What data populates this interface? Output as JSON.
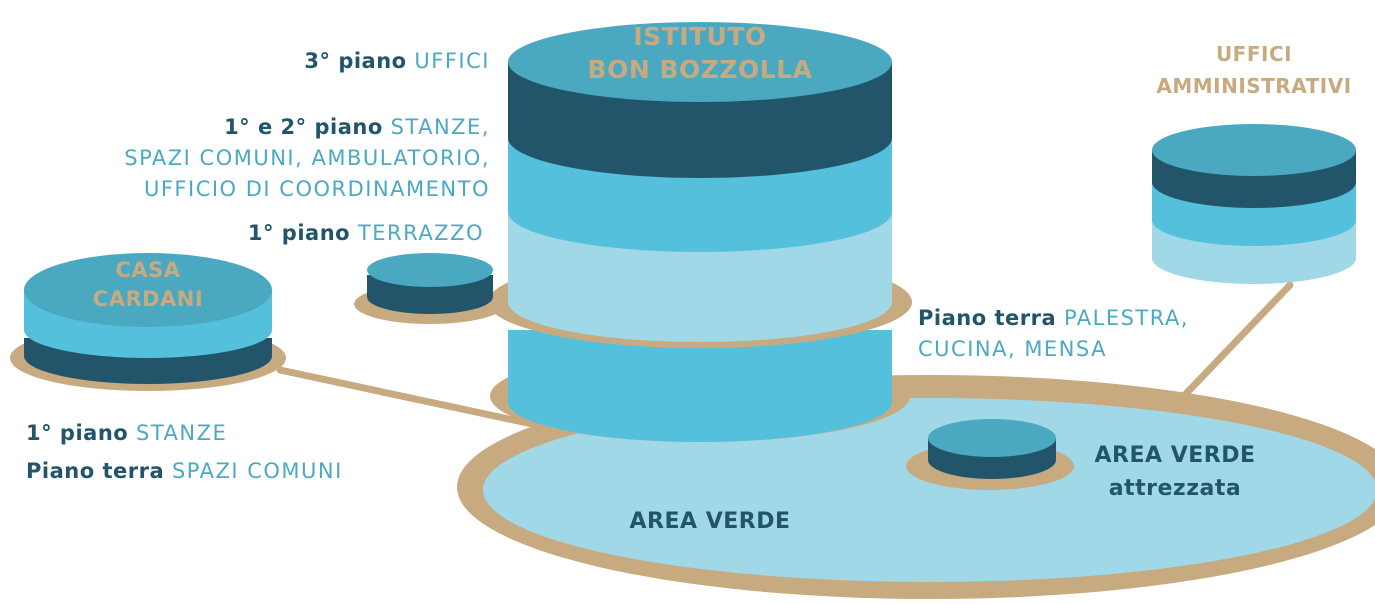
{
  "colors": {
    "tan": "#c8aa80",
    "dark_teal": "#22556a",
    "teal_top": "#4aa9c0",
    "sky_blue": "#55c0dc",
    "light_blue": "#a0d8e7",
    "lawn": "#a0d8e7",
    "label_dark": "#22556a",
    "label_accent": "#4ca9c2"
  },
  "labels": {
    "istituto_line1": "ISTITUTO",
    "istituto_line2": "BON BOZZOLLA",
    "uffici_amm_line1": "UFFICI",
    "uffici_amm_line2": "AMMINISTRATIVI",
    "casa_line1": "CASA",
    "casa_line2": "CARDANI",
    "floor3_prefix": "3° piano",
    "floor3_value": "UFFICI",
    "floor12_prefix": "1° e 2° piano",
    "floor12_value_1": "STANZE,",
    "floor12_value_2": "SPAZI COMUNI, AMBULATORIO,",
    "floor12_value_3": "UFFICIO DI COORDINAMENTO",
    "terrazzo_prefix": "1° piano",
    "terrazzo_value": "TERRAZZO",
    "pt_prefix": "Piano terra",
    "pt_value_1": "PALESTRA,",
    "pt_value_2": "CUCINA, MENSA",
    "casa_floor1_prefix": "1° piano",
    "casa_floor1_value": "STANZE",
    "casa_pt_prefix": "Piano terra",
    "casa_pt_value": "SPAZI COMUNI",
    "area_verde": "AREA VERDE",
    "area_attrezzata_line1": "AREA VERDE",
    "area_attrezzata_line2": "attrezzata"
  }
}
